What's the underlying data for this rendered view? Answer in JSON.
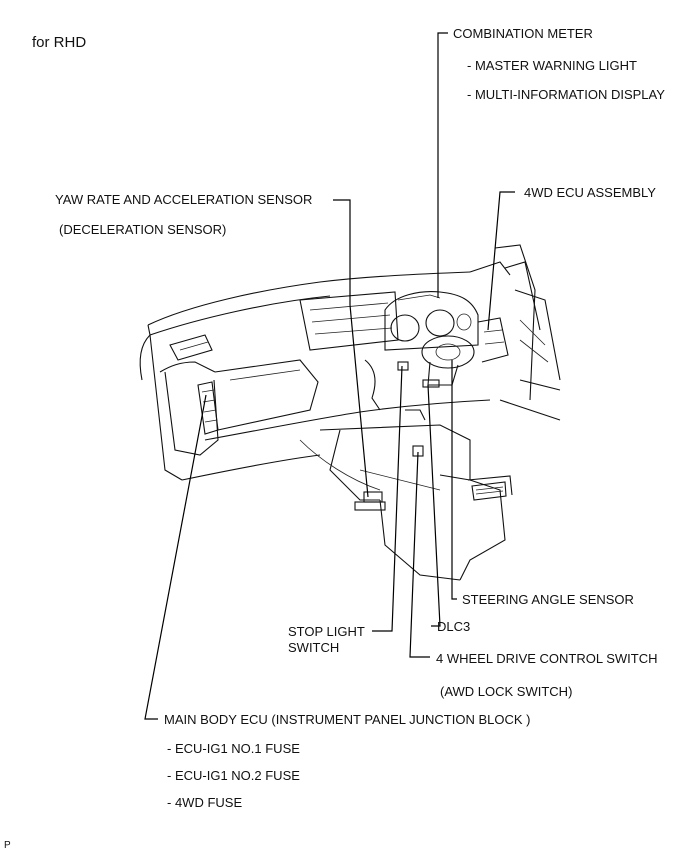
{
  "variant_label": "for RHD",
  "labels": {
    "combination_meter": "COMBINATION METER",
    "master_warning_light": "- MASTER WARNING LIGHT",
    "multi_information_display": "- MULTI-INFORMATION DISPLAY",
    "yaw_rate_sensor": "YAW RATE AND ACCELERATION SENSOR",
    "deceleration_sensor": "(DECELERATION SENSOR)",
    "ecu_4wd_assembly": "4WD ECU ASSEMBLY",
    "steering_angle_sensor": "STEERING ANGLE SENSOR",
    "dlc3": "DLC3",
    "stop_light_switch_line1": "STOP LIGHT",
    "stop_light_switch_line2": "SWITCH",
    "four_wheel_drive_control_switch": "4 WHEEL DRIVE CONTROL SWITCH",
    "awd_lock_switch": "(AWD LOCK SWITCH)",
    "main_body_ecu": "MAIN BODY ECU (INSTRUMENT PANEL JUNCTION BLOCK )",
    "ecu_ig1_no1_fuse": "- ECU-IG1 NO.1 FUSE",
    "ecu_ig1_no2_fuse": "- ECU-IG1 NO.2 FUSE",
    "fuse_4wd": "- 4WD FUSE"
  },
  "corner_mark": "P"
}
